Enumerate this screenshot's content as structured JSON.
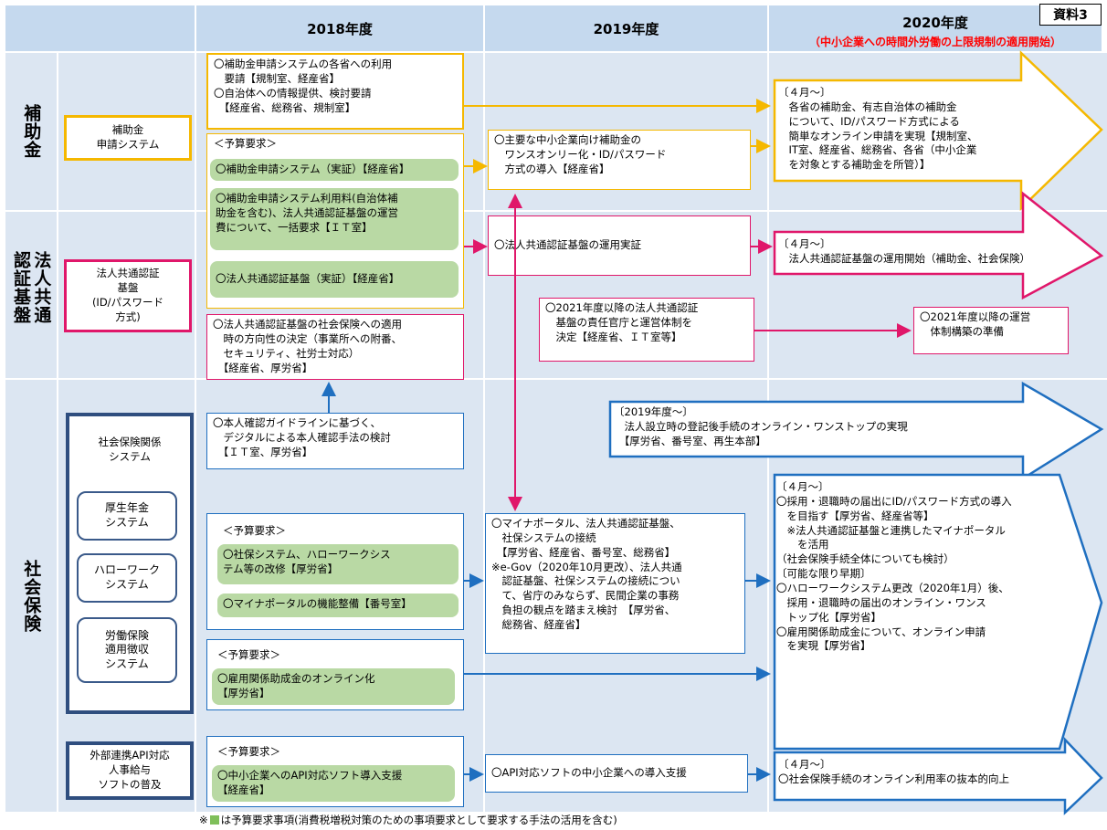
{
  "badge": "資料3",
  "headers": {
    "y2018": "2018年度",
    "y2019": "2019年度",
    "y2020": "2020年度",
    "y2020_sub": "（中小企業への時間外労働の上限規制の適用開始）"
  },
  "sections": {
    "subsidy": "補助金",
    "cert": "法人共通認証基盤",
    "social": "社会保険"
  },
  "systems": {
    "subsidy": "補助金\n申請システム",
    "cert": "法人共通認証\n基盤\n(ID/パスワード\n方式)",
    "social": "社会保険関係\nシステム",
    "pension": "厚生年金\nシステム",
    "hellowork": "ハローワーク\nシステム",
    "labor": "労働保険\n適用徴収\nシステム",
    "api": "外部連携API対応\n人事給与\nソフトの普及"
  },
  "col2018": {
    "box1": "〇補助金申請システムの各省への利用\n　要請【規制室、経産省】\n〇自治体への情報提供、検討要請\n　【経産省、総務省、規制室】",
    "budget_label": "＜予算要求＞",
    "g1": "〇補助金申請システム（実証）【経産省】",
    "g2": "〇補助金申請システム利用料(自治体補\n助金を含む)、法人共通認証基盤の運営\n費について、一括要求【ＩＴ室】",
    "g3": "〇法人共通認証基盤（実証）【経産省】",
    "box2": "〇法人共通認証基盤の社会保険への適用\n　時の方向性の決定（事業所への附番、\n　セキュリティ、社労士対応）\n　【経産省、厚労省】",
    "box3": "〇本人確認ガイドラインに基づく、\n　デジタルによる本人確認手法の検討\n　【ＩＴ室、厚労省】",
    "budget2_label": "＜予算要求＞",
    "g4": "〇社保システム、ハローワークシス\nテム等の改修【厚労省】",
    "g5": "〇マイナポータルの機能整備【番号室】",
    "budget3_label": "＜予算要求＞",
    "g6": "〇雇用関係助成金のオンライン化\n【厚労省】",
    "budget4_label": "＜予算要求＞",
    "g7": "〇中小企業へのAPI対応ソフト導入支援\n【経産省】"
  },
  "col2019": {
    "box1": "〇主要な中小企業向け補助金の\n　ワンスオンリー化・ID/パスワード\n　方式の導入【経産省】",
    "box2": "〇法人共通認証基盤の運用実証",
    "box3": "〇2021年度以降の法人共通認証\n　基盤の責任官庁と運営体制を\n　決定【経産省、ＩＴ室等】",
    "box4": "〇マイナポータル、法人共通認証基盤、\n　社保システムの接続\n　【厚労省、経産省、番号室、総務省】\n※e-Gov（2020年10月更改）、法人共通\n　認証基盤、社保システムの接続につい\n　て、省庁のみならず、民間企業の事務\n　負担の観点を踏まえ検討　【厚労省、\n　総務省、経産省】",
    "box5": "〇API対応ソフトの中小企業への導入支援"
  },
  "col2020": {
    "arrow1": "〔４月～〕\n　各省の補助金、有志自治体の補助金\n　について、ID/パスワード方式による\n　簡単なオンライン申請を実現【規制室、\n　IT室、経産省、総務省、各省（中小企業\n　を対象とする補助金を所管）】",
    "arrow2": "〔４月～〕\n　法人共通認証基盤の運用開始（補助金、社会保険）",
    "box_2021": "〇2021年度以降の運営\n　体制構築の準備",
    "arrow_social": "〔2019年度～〕\n　法人設立時の登記後手続のオンライン・ワンストップの実現\n　【厚労省、番号室、再生本部】",
    "big": "〔４月～〕\n 〇採用・退職時の届出にID/パスワード方式の導入\n 　を目指す【厚労省、経産省等】\n 　※法人共通認証基盤と連携したマイナポータル\n 　　を活用\n （社会保険手続全体についても検討）\n〔可能な限り早期〕\n 〇ハローワークシステム更改（2020年1月）後、\n 　採用・退職時の届出のオンライン・ワンス\n 　トップ化【厚労省】\n 〇雇用関係助成金について、オンライン申請\n 　を実現【厚労省】",
    "arrow_last": "〔４月～〕\n 〇社会保険手続のオンライン利用率の抜本的向上"
  },
  "footnote_mark": "※",
  "footnote": "は予算要求事項(消費税増税対策のための事項要求として要求する手法の活用を含む)",
  "colors": {
    "orange": "#f5b800",
    "pink": "#e0176a",
    "blue": "#1f6fc0",
    "green": "#b9d9a4",
    "navy": "#2f4e7f",
    "header": "#c5d9ee",
    "band": "#dce6f2"
  }
}
